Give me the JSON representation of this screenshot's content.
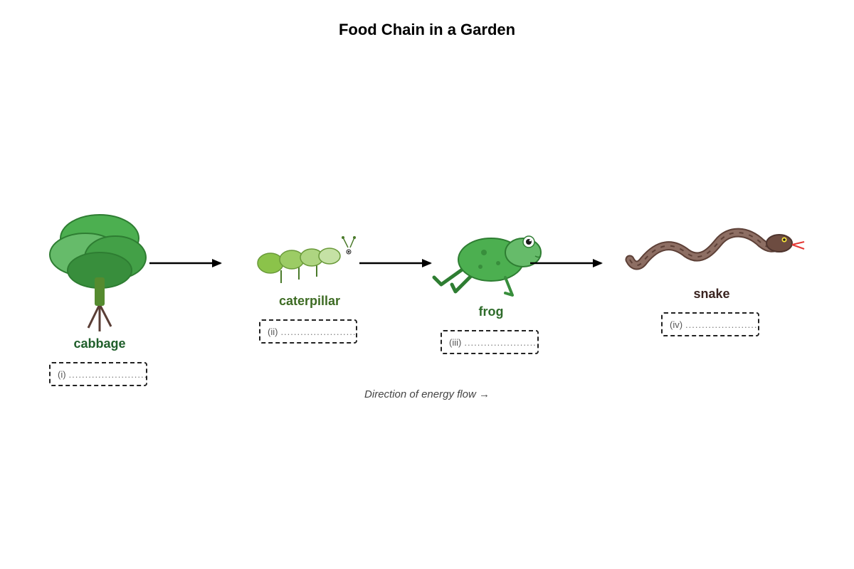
{
  "title": "Food Chain in a Garden",
  "organisms": [
    {
      "name": "cabbage",
      "label_color": "#1f5e2a",
      "blank": "(i)",
      "dots": "........................"
    },
    {
      "name": "caterpillar",
      "label_color": "#3d6b23",
      "blank": "(ii)",
      "dots": "........................"
    },
    {
      "name": "frog",
      "label_color": "#2e6b2a",
      "blank": "(iii)",
      "dots": "........................"
    },
    {
      "name": "snake",
      "label_color": "#3a2420",
      "blank": "(iv)",
      "dots": "........................"
    }
  ],
  "caption": "Direction of energy flow →"
}
